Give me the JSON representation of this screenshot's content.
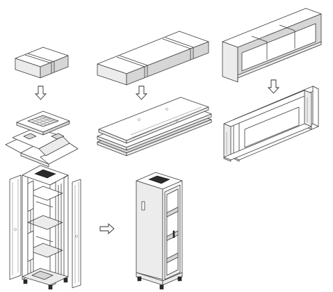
{
  "diagram": {
    "kind": "assembly-steps",
    "text_labels": [],
    "stages": [
      {
        "id": "top-cover",
        "steps": [
          "packed-box",
          "unpacked-cover-and-packaging"
        ]
      },
      {
        "id": "side-panels",
        "steps": [
          "packed-box",
          "unpacked-panel-stack"
        ]
      },
      {
        "id": "frame",
        "steps": [
          "packed-box",
          "unpacked-frame-sections"
        ]
      },
      {
        "id": "cabinet",
        "steps": [
          "disassembled-cabinet",
          "assembled-cabinet"
        ]
      }
    ],
    "arrows": [
      {
        "from": "top-cover-box",
        "to": "top-cover-parts",
        "direction": "down"
      },
      {
        "from": "side-panels-box",
        "to": "side-panel-parts",
        "direction": "down"
      },
      {
        "from": "frame-box",
        "to": "frame-parts",
        "direction": "down"
      },
      {
        "from": "open-cabinet",
        "to": "closed-cabinet",
        "direction": "right"
      }
    ],
    "colors": {
      "line": "#3a3a3a",
      "background": "#ffffff",
      "dark_panel": "#2a2a2a"
    }
  }
}
